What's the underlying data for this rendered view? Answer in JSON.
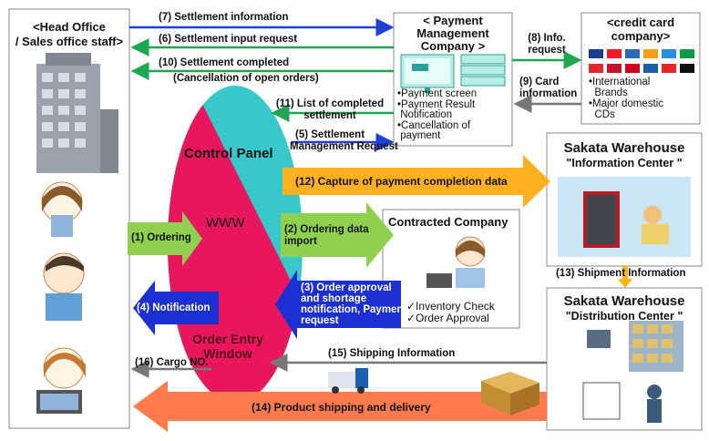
{
  "head_office": {
    "title_line1": "<Head Office",
    "title_line2": "/ Sales office staff>"
  },
  "payment_company": {
    "title_line1": "< Payment",
    "title_line2": "Management",
    "title_line3": "Company >",
    "features": [
      "Payment screen",
      "Payment Result",
      "Notification",
      "Cancellation of",
      "payment"
    ]
  },
  "credit_card": {
    "title_line1": "<credit card",
    "title_line2": "company>",
    "brands": [
      "International",
      "Brands",
      "Major domestic",
      "CDs"
    ]
  },
  "center": {
    "control_panel": "Control Panel",
    "www": "WWW",
    "order_entry_line1": "Order Entry",
    "order_entry_line2": "Window"
  },
  "contracted": {
    "title": "Contracted Company",
    "items": [
      "✓Inventory Check",
      "✓Order Approval"
    ]
  },
  "info_center": {
    "title": "Sakata Warehouse",
    "subtitle": "\"Information Center \""
  },
  "dist_center": {
    "title": "Sakata Warehouse",
    "subtitle": "\"Distribution Center \""
  },
  "flows": {
    "f7": "(7) Settlement information",
    "f6": "(6) Settlement input request",
    "f10a": "(10) Settlement completed",
    "f10b": "(Cancellation of open orders)",
    "f8a": "(8) Info.",
    "f8b": "request",
    "f9a": "(9) Card",
    "f9b": "information",
    "f11a": "(11) List of completed",
    "f11b": "settlement",
    "f5a": "(5) Settlement",
    "f5b": "Management Request",
    "f12": "(12) Capture of payment completion data",
    "f1": "(1) Ordering",
    "f2a": "(2) Ordering data",
    "f2b": "import",
    "f3a": "(3) Order approval",
    "f3b": "and shortage",
    "f3c": "notification, Payment",
    "f3d": "request",
    "f4": "(4) Notification",
    "f13": "(13) Shipment Information",
    "f15": "(15) Shipping Information",
    "f16": "(16) Cargo NO.",
    "f14": "(14) Product shipping and delivery"
  },
  "colors": {
    "blue": "#1f3fd6",
    "green": "#1fa653",
    "gray": "#777777",
    "cyan": "#37c8cc",
    "magenta": "#e8175d",
    "orange": "#ffb01e",
    "lightgreen": "#8fd14f",
    "navy": "#1c2fd0",
    "salmon": "#ff7a4d"
  }
}
